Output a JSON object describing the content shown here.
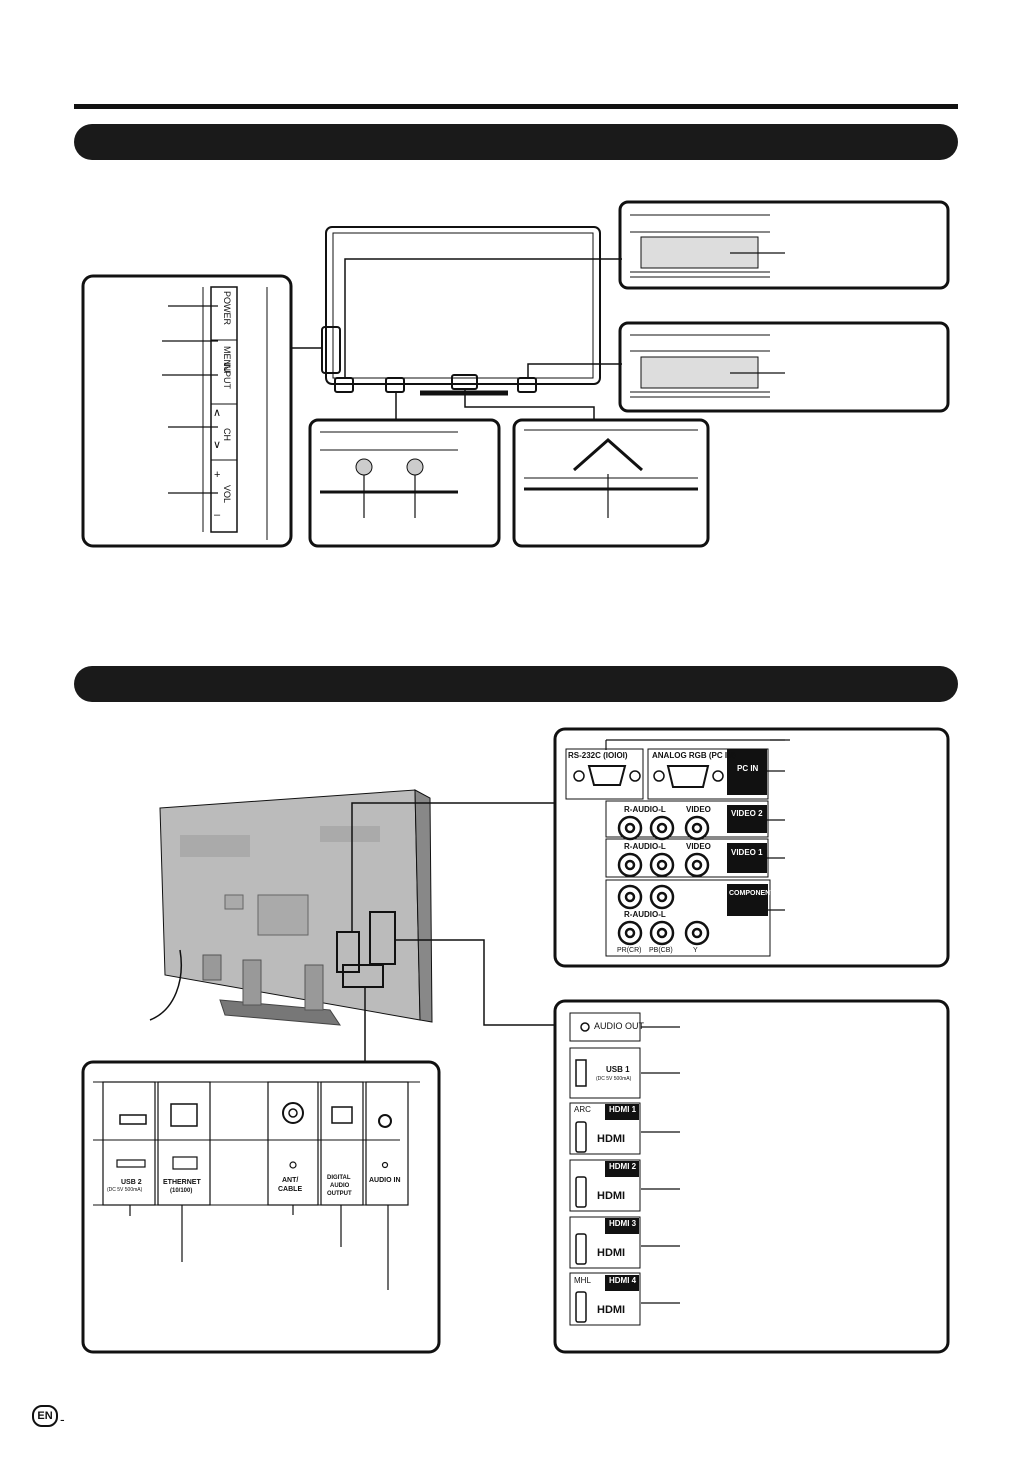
{
  "front_panel": {
    "buttons": [
      "POWER",
      "MENU",
      "INPUT",
      "CH",
      "VOL"
    ],
    "ch_symbols": [
      "∧",
      "∨"
    ],
    "vol_symbols": [
      "+",
      "–"
    ]
  },
  "rear_panel": {
    "rs232c": "RS-232C (IOIOI)",
    "analog_rgb": "ANALOG RGB (PC IN)",
    "pc_in": "PC IN",
    "r_audio_l": "R-AUDIO-L",
    "video": "VIDEO",
    "video2": "VIDEO 2",
    "video1": "VIDEO 1",
    "component": "COMPONENT",
    "pr": "PR(CR)",
    "pb": "PB(CB)",
    "y": "Y"
  },
  "side_panel": {
    "audio_out": "AUDIO OUT",
    "usb1": "USB 1",
    "usb1_sub": "(DC 5V 500mA)",
    "arc": "ARC",
    "mhl": "MHL",
    "hdmi1": "HDMI 1",
    "hdmi2": "HDMI 2",
    "hdmi3": "HDMI 3",
    "hdmi4": "HDMI 4",
    "hdmi_logo": "HDMI"
  },
  "bottom_panel": {
    "usb2": "USB 2",
    "usb2_sub": "(DC 5V 500mA)",
    "ethernet": "ETHERNET",
    "ethernet_sub": "(10/100)",
    "ant": "ANT/",
    "cable": "CABLE",
    "digital": "DIGITAL",
    "audio": "AUDIO",
    "output": "OUTPUT",
    "audio_in": "AUDIO IN"
  },
  "footer": {
    "lang": "EN",
    "dash": "-"
  }
}
